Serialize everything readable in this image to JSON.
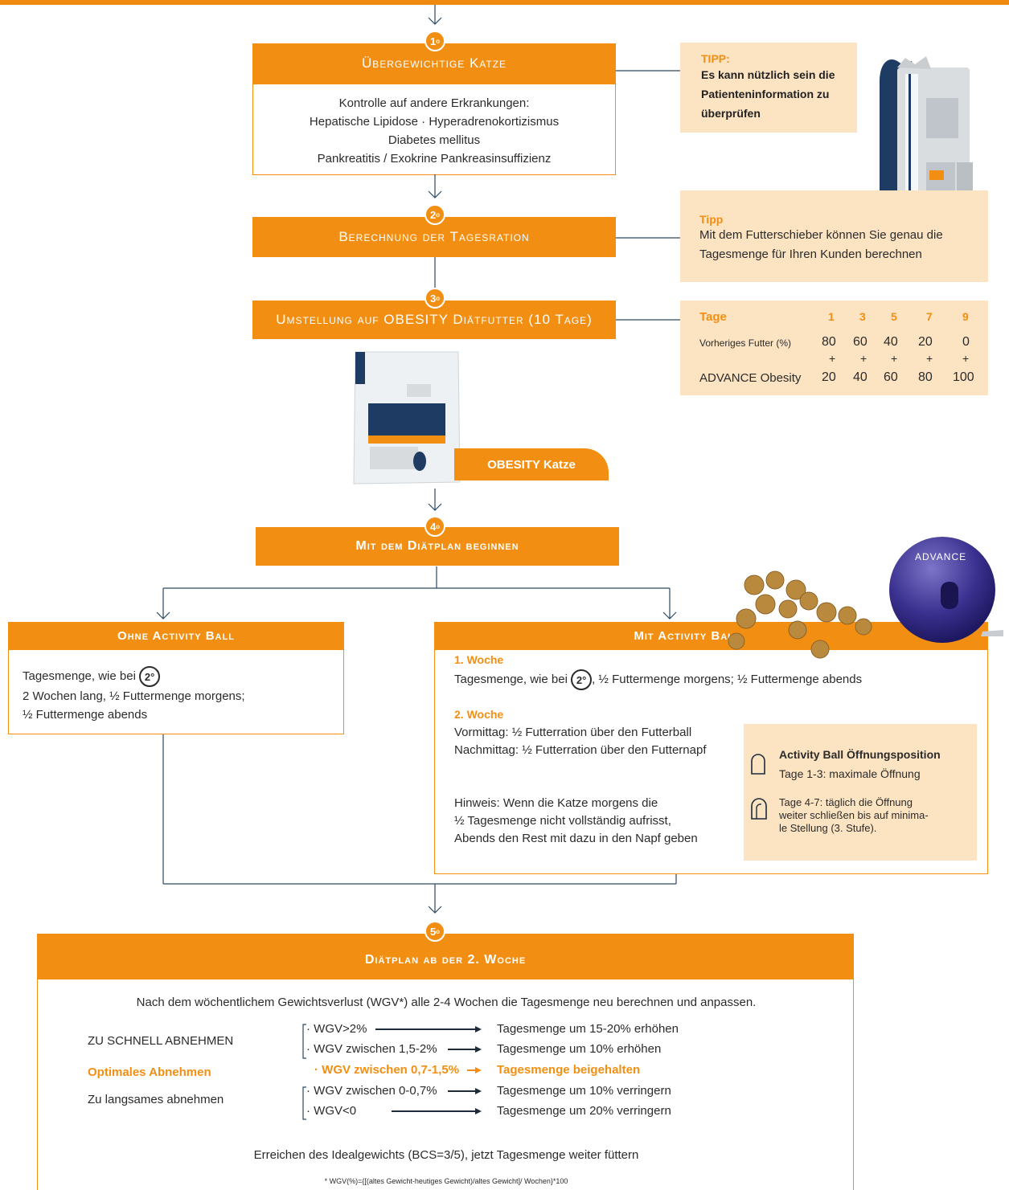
{
  "colors": {
    "accent": "#f28f12",
    "tip_bg": "#fce3c2",
    "text": "#2b2b2b"
  },
  "step1": {
    "num": "1",
    "title": "Übergewichtige Katze",
    "lines": [
      "Kontrolle auf andere Erkrankungen:",
      "Hepatische Lipidose · Hyperadrenokortizismus",
      "Diabetes mellitus",
      "Pankreatitis / Exokrine Pankreasinsuffizienz"
    ]
  },
  "tip1": {
    "title": "TIPP:",
    "body": "Es kann nützlich sein die Patienteninformation zu überprüfen"
  },
  "step2": {
    "num": "2",
    "title": "Berechnung der Tagesration"
  },
  "tip2": {
    "title": "Tipp",
    "body": "Mit dem Futterschieber können Sie genau die Tagesmenge für Ihren Kunden berechnen"
  },
  "step3": {
    "num": "3",
    "title": "Umstellung auf OBESITY Diätfutter (10 Tage)"
  },
  "days_table": {
    "header_label": "Tage",
    "days": [
      "1",
      "3",
      "5",
      "7",
      "9"
    ],
    "row1_label": "Vorheriges Futter (%)",
    "row1_values": [
      "80",
      "60",
      "40",
      "20",
      "0"
    ],
    "plus": "+",
    "row2_label": "ADVANCE Obesity",
    "row2_values": [
      "20",
      "40",
      "60",
      "80",
      "100"
    ]
  },
  "product_label": "OBESITY Katze",
  "step4": {
    "num": "4",
    "title": "Mit dem Diätplan beginnen"
  },
  "left_branch": {
    "title": "Ohne Activity Ball",
    "line1": "Tagesmenge, wie bei",
    "ref": "2°",
    "line2": "2 Wochen lang, ½ Futtermenge morgens;",
    "line3": "½ Futtermenge abends"
  },
  "right_branch": {
    "title": "Mit Activity Ball",
    "week1_title": "1. Woche",
    "week1_a": "Tagesmenge, wie bei",
    "week1_ref": "2°",
    "week1_b": ", ½ Futtermenge morgens; ½ Futtermenge abends",
    "week2_title": "2. Woche",
    "week2_l1": "Vormittag:  ½ Futterration über den Futterball",
    "week2_l2": "Nachmittag:  ½ Futterration über den Futternapf",
    "hint_l1": "Hinweis: Wenn die Katze morgens die",
    "hint_l2": "½ Tagesmenge nicht vollständig aufrisst,",
    "hint_l3": "Abends den Rest mit dazu in den Napf geben",
    "ball_box": {
      "title": "Activity Ball Öffnungsposition",
      "line1": "Tage 1-3: maximale Öffnung",
      "line2a": "Tage 4-7:  täglich die Öffnung",
      "line2b": "weiter schließen bis auf minima-",
      "line2c": "le Stellung (3. Stufe)."
    },
    "ball_brand": "ADVANCE"
  },
  "step5": {
    "num": "5",
    "title": "Diätplan ab der 2. Woche",
    "intro": "Nach dem wöchentlichem Gewichtsverlust (WGV*) alle 2-4 Wochen die Tagesmenge neu berechnen und anpassen.",
    "cat_fast": "ZU SCHNELL ABNEHMEN",
    "cat_opt": "Optimales Abnehmen",
    "cat_slow": "Zu langsames abnehmen",
    "rules": [
      {
        "cond": "· WGV>2%",
        "action": "Tagesmenge um 15-20% erhöhen"
      },
      {
        "cond": "· WGV zwischen 1,5-2%",
        "action": "Tagesmenge um 10% erhöhen"
      },
      {
        "cond": "· WGV zwischen 0,7-1,5%",
        "action": "Tagesmenge beigehalten"
      },
      {
        "cond": "· WGV zwischen 0-0,7%",
        "action": "Tagesmenge um 10% verringern"
      },
      {
        "cond": "· WGV<0",
        "action": "Tagesmenge um 20% verringern"
      }
    ],
    "goal": "Erreichen des Idealgewichts (BCS=3/5), jetzt Tagesmenge weiter füttern",
    "footnote": "* WGV(%)={[(altes Gewicht-heutiges Gewicht)/altes Gewicht]/ Wochen}*100"
  }
}
